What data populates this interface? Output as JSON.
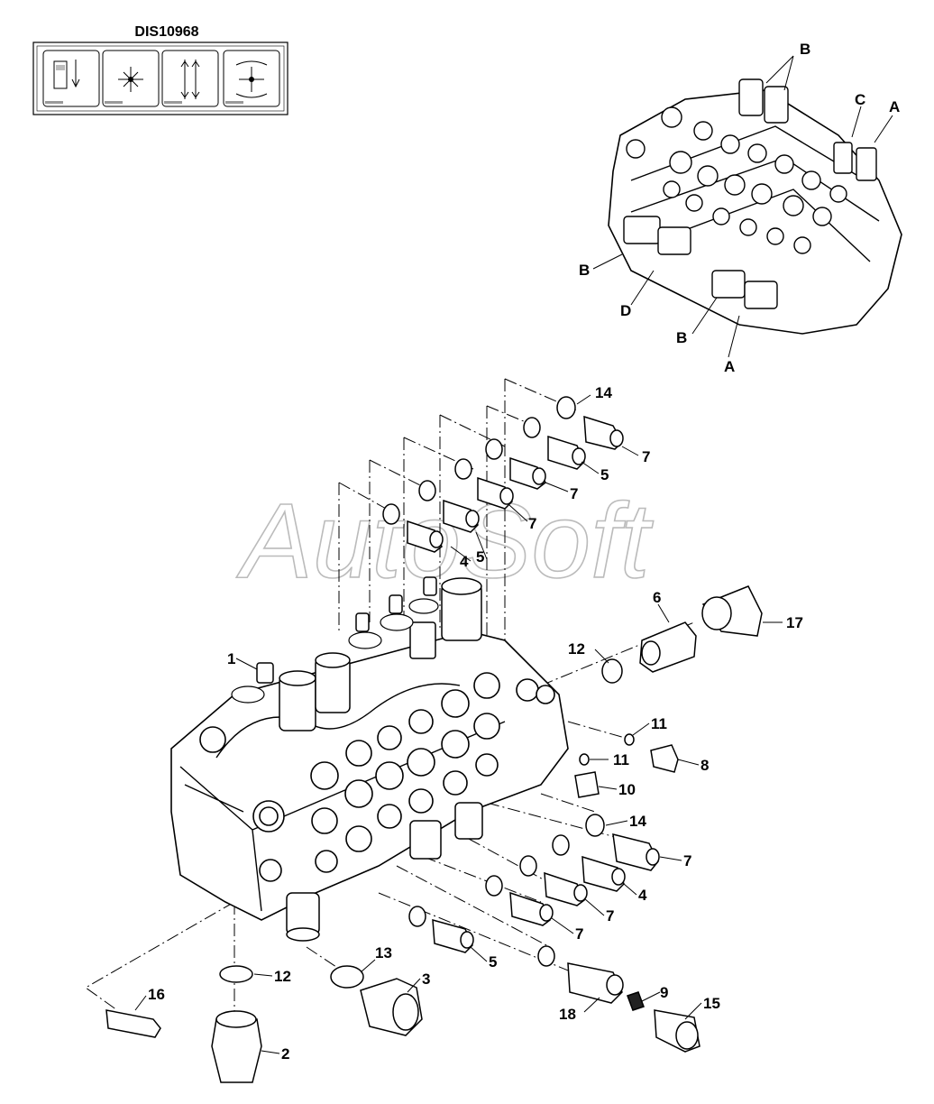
{
  "diagram": {
    "label_box_title": "DIS10968",
    "watermark": "AutoSoft",
    "label_panels": [
      "panel-1",
      "panel-2",
      "panel-3",
      "panel-4"
    ],
    "inset_labels": [
      "B",
      "C",
      "A",
      "B",
      "D",
      "B",
      "A"
    ],
    "callouts": [
      "14",
      "7",
      "5",
      "7",
      "7",
      "4",
      "5",
      "1",
      "6",
      "17",
      "12",
      "11",
      "11",
      "8",
      "10",
      "14",
      "7",
      "4",
      "7",
      "7",
      "5",
      "13",
      "3",
      "12",
      "16",
      "2",
      "18",
      "9",
      "15"
    ]
  }
}
